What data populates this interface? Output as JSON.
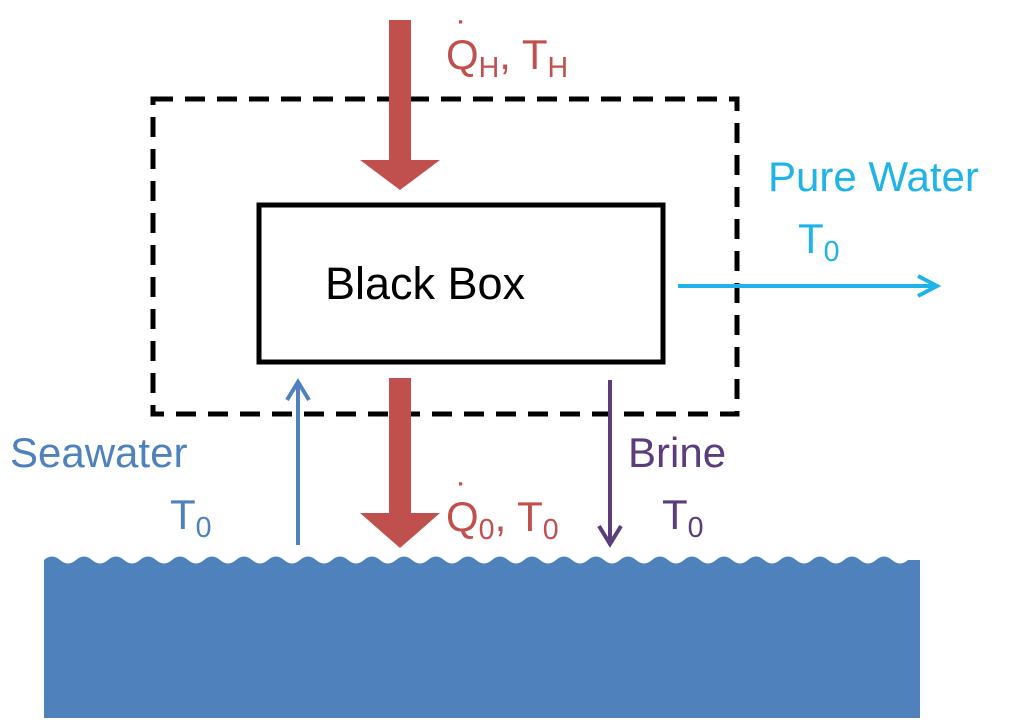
{
  "colors": {
    "heat": "#c0504d",
    "pure_water": "#1fb3e8",
    "seawater": "#4f81bd",
    "brine": "#5a3d7a",
    "sea": "#4f81bd",
    "box_border": "#000000"
  },
  "box": {
    "label": "Black Box"
  },
  "heat_in": {
    "symbol": "Q",
    "sub1": "H",
    "sep": ", T",
    "sub2": "H"
  },
  "heat_out": {
    "symbol": "Q",
    "sub1": "0",
    "sep": ", T",
    "sub2": "0"
  },
  "pure_water": {
    "label": "Pure Water",
    "temp": "T",
    "temp_sub": "0"
  },
  "seawater": {
    "label": "Seawater",
    "temp": "T",
    "temp_sub": "0"
  },
  "brine": {
    "label": "Brine",
    "temp": "T",
    "temp_sub": "0"
  }
}
